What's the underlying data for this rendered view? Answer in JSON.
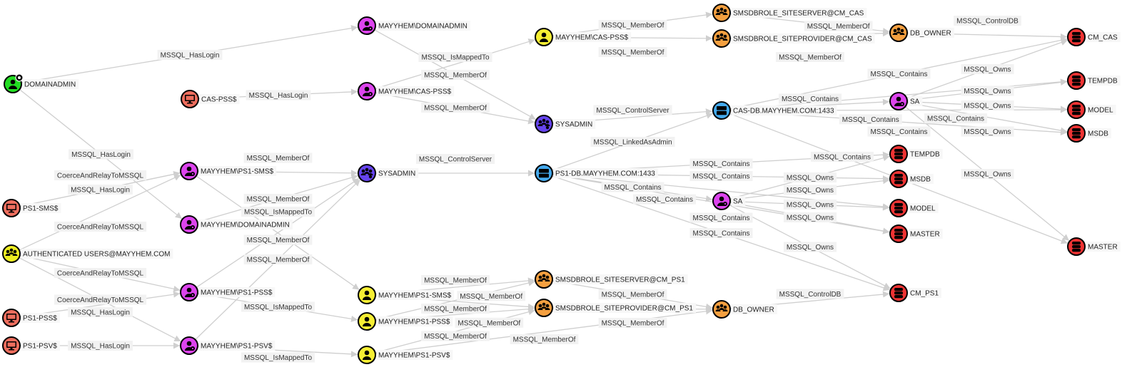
{
  "colors": {
    "user": "#22dd22",
    "computer": "#ee6e5e",
    "group_yellow": "#eeee22",
    "login": "#dd44ee",
    "server_role": "#6644ee",
    "mssql_user": "#f5ee33",
    "db_role": "#f5a040",
    "server": "#44aaee",
    "database": "#ee3333",
    "edge": "#cfcfcf",
    "label_bg": "#f2f2f2"
  },
  "nodes": [
    {
      "id": "n0",
      "label": "DOMAINADMIN",
      "type": "user",
      "icon": "user-icon"
    },
    {
      "id": "n1",
      "label": "CAS-PSS$",
      "type": "computer",
      "icon": "computer-icon"
    },
    {
      "id": "n2",
      "label": "PS1-SMS$",
      "type": "computer",
      "icon": "computer-icon"
    },
    {
      "id": "n3",
      "label": "AUTHENTICATED USERS@MAYYHEM.COM",
      "type": "group_yellow",
      "icon": "group-icon"
    },
    {
      "id": "n4",
      "label": "PS1-PSS$",
      "type": "computer",
      "icon": "computer-icon"
    },
    {
      "id": "n5",
      "label": "PS1-PSV$",
      "type": "computer",
      "icon": "computer-icon"
    },
    {
      "id": "n6",
      "label": "MAYYHEM\\DOMAINADMIN",
      "type": "login",
      "icon": "login-icon"
    },
    {
      "id": "n7",
      "label": "MAYYHEM\\CAS-PSS$",
      "type": "login",
      "icon": "login-icon"
    },
    {
      "id": "n8",
      "label": "MAYYHEM\\PS1-SMS$",
      "type": "login",
      "icon": "login-icon"
    },
    {
      "id": "n9",
      "label": "MAYYHEM\\DOMAINADMIN",
      "type": "login",
      "icon": "login-icon"
    },
    {
      "id": "n10",
      "label": "MAYYHEM\\PS1-PSS$",
      "type": "login",
      "icon": "login-icon"
    },
    {
      "id": "n11",
      "label": "MAYYHEM\\PS1-PSV$",
      "type": "login",
      "icon": "login-icon"
    },
    {
      "id": "n12",
      "label": "SYSADMIN",
      "type": "server_role",
      "icon": "server-role-icon"
    },
    {
      "id": "n13",
      "label": "SYSADMIN",
      "type": "server_role",
      "icon": "server-role-icon"
    },
    {
      "id": "n14",
      "label": "MAYYHEM\\CAS-PSS$",
      "type": "mssql_user",
      "icon": "user-icon"
    },
    {
      "id": "n15",
      "label": "MAYYHEM\\PS1-SMS$",
      "type": "mssql_user",
      "icon": "user-icon"
    },
    {
      "id": "n16",
      "label": "MAYYHEM\\PS1-PSS$",
      "type": "mssql_user",
      "icon": "user-icon"
    },
    {
      "id": "n17",
      "label": "MAYYHEM\\PS1-PSV$",
      "type": "mssql_user",
      "icon": "user-icon"
    },
    {
      "id": "n18",
      "label": "SMSDBROLE_SITESERVER@CM_CAS",
      "type": "db_role",
      "icon": "group-icon"
    },
    {
      "id": "n19",
      "label": "SMSDBROLE_SITEPROVIDER@CM_CAS",
      "type": "db_role",
      "icon": "group-icon"
    },
    {
      "id": "n20",
      "label": "DB_OWNER",
      "type": "db_role",
      "icon": "group-icon"
    },
    {
      "id": "n21",
      "label": "CM_CAS",
      "type": "database",
      "icon": "database-icon"
    },
    {
      "id": "n22",
      "label": "CAS-DB.MAYYHEM.COM:1433",
      "type": "server",
      "icon": "server-icon"
    },
    {
      "id": "n23",
      "label": "SA",
      "type": "login",
      "icon": "login-icon"
    },
    {
      "id": "n24",
      "label": "TEMPDB",
      "type": "database",
      "icon": "database-icon"
    },
    {
      "id": "n25",
      "label": "MODEL",
      "type": "database",
      "icon": "database-icon"
    },
    {
      "id": "n26",
      "label": "MSDB",
      "type": "database",
      "icon": "database-icon"
    },
    {
      "id": "n27",
      "label": "PS1-DB.MAYYHEM.COM:1433",
      "type": "server",
      "icon": "server-icon"
    },
    {
      "id": "n28",
      "label": "SA",
      "type": "login",
      "icon": "login-icon"
    },
    {
      "id": "n29",
      "label": "TEMPDB",
      "type": "database",
      "icon": "database-icon"
    },
    {
      "id": "n30",
      "label": "MSDB",
      "type": "database",
      "icon": "database-icon"
    },
    {
      "id": "n31",
      "label": "MODEL",
      "type": "database",
      "icon": "database-icon"
    },
    {
      "id": "n32",
      "label": "MASTER",
      "type": "database",
      "icon": "database-icon"
    },
    {
      "id": "n33",
      "label": "MASTER",
      "type": "database",
      "icon": "database-icon"
    },
    {
      "id": "n34",
      "label": "CM_PS1",
      "type": "database",
      "icon": "database-icon"
    },
    {
      "id": "n35",
      "label": "SMSDBROLE_SITESERVER@CM_PS1",
      "type": "db_role",
      "icon": "group-icon"
    },
    {
      "id": "n36",
      "label": "SMSDBROLE_SITEPROVIDER@CM_PS1",
      "type": "db_role",
      "icon": "group-icon"
    },
    {
      "id": "n37",
      "label": "DB_OWNER",
      "type": "db_role",
      "icon": "group-icon"
    }
  ],
  "edges": [
    {
      "from": "n0",
      "to": "n6",
      "label": "MSSQL_HasLogin"
    },
    {
      "from": "n0",
      "to": "n9",
      "label": "MSSQL_HasLogin"
    },
    {
      "from": "n1",
      "to": "n7",
      "label": "MSSQL_HasLogin"
    },
    {
      "from": "n2",
      "to": "n8",
      "label": "MSSQL_HasLogin"
    },
    {
      "from": "n3",
      "to": "n8",
      "label": "CoerceAndRelayToMSSQL"
    },
    {
      "from": "n2",
      "to": "n8",
      "label": "CoerceAndRelayToMSSQL"
    },
    {
      "from": "n3",
      "to": "n10",
      "label": "CoerceAndRelayToMSSQL"
    },
    {
      "from": "n3",
      "to": "n11",
      "label": "CoerceAndRelayToMSSQL"
    },
    {
      "from": "n4",
      "to": "n10",
      "label": "MSSQL_HasLogin"
    },
    {
      "from": "n5",
      "to": "n11",
      "label": "MSSQL_HasLogin"
    },
    {
      "from": "n6",
      "to": "n12",
      "label": "MSSQL_MemberOf"
    },
    {
      "from": "n7",
      "to": "n14",
      "label": "MSSQL_IsMappedTo"
    },
    {
      "from": "n7",
      "to": "n12",
      "label": "MSSQL_MemberOf"
    },
    {
      "from": "n8",
      "to": "n13",
      "label": "MSSQL_MemberOf"
    },
    {
      "from": "n9",
      "to": "n13",
      "label": "MSSQL_MemberOf"
    },
    {
      "from": "n10",
      "to": "n13",
      "label": "MSSQL_MemberOf"
    },
    {
      "from": "n11",
      "to": "n13",
      "label": "MSSQL_MemberOf"
    },
    {
      "from": "n8",
      "to": "n15",
      "label": "MSSQL_IsMappedTo"
    },
    {
      "from": "n10",
      "to": "n16",
      "label": "MSSQL_IsMappedTo"
    },
    {
      "from": "n11",
      "to": "n17",
      "label": "MSSQL_IsMappedTo"
    },
    {
      "from": "n13",
      "to": "n27",
      "label": "MSSQL_ControlServer"
    },
    {
      "from": "n12",
      "to": "n22",
      "label": "MSSQL_ControlServer"
    },
    {
      "from": "n27",
      "to": "n22",
      "label": "MSSQL_LinkedAsAdmin"
    },
    {
      "from": "n14",
      "to": "n18",
      "label": "MSSQL_MemberOf"
    },
    {
      "from": "n14",
      "to": "n19",
      "label": "MSSQL_MemberOf"
    },
    {
      "from": "n18",
      "to": "n20",
      "label": "MSSQL_MemberOf"
    },
    {
      "from": "n19",
      "to": "n20",
      "label": "MSSQL_MemberOf"
    },
    {
      "from": "n20",
      "to": "n21",
      "label": "MSSQL_ControlDB"
    },
    {
      "from": "n22",
      "to": "n21",
      "label": "MSSQL_Contains"
    },
    {
      "from": "n22",
      "to": "n23",
      "label": "MSSQL_Contains"
    },
    {
      "from": "n22",
      "to": "n24",
      "label": "MSSQL_Contains"
    },
    {
      "from": "n22",
      "to": "n25",
      "label": "MSSQL_Contains"
    },
    {
      "from": "n22",
      "to": "n26",
      "label": "MSSQL_Contains"
    },
    {
      "from": "n22",
      "to": "n33",
      "label": "MSSQL_Contains"
    },
    {
      "from": "n23",
      "to": "n21",
      "label": "MSSQL_Owns"
    },
    {
      "from": "n23",
      "to": "n24",
      "label": "MSSQL_Owns"
    },
    {
      "from": "n23",
      "to": "n25",
      "label": "MSSQL_Owns"
    },
    {
      "from": "n23",
      "to": "n26",
      "label": "MSSQL_Owns"
    },
    {
      "from": "n23",
      "to": "n33",
      "label": "MSSQL_Owns"
    },
    {
      "from": "n27",
      "to": "n29",
      "label": "MSSQL_Contains"
    },
    {
      "from": "n27",
      "to": "n30",
      "label": "MSSQL_Contains"
    },
    {
      "from": "n27",
      "to": "n28",
      "label": "MSSQL_Contains"
    },
    {
      "from": "n27",
      "to": "n31",
      "label": "MSSQL_Contains"
    },
    {
      "from": "n27",
      "to": "n32",
      "label": "MSSQL_Contains"
    },
    {
      "from": "n27",
      "to": "n34",
      "label": "MSSQL_Contains"
    },
    {
      "from": "n28",
      "to": "n29",
      "label": "MSSQL_Owns"
    },
    {
      "from": "n28",
      "to": "n30",
      "label": "MSSQL_Owns"
    },
    {
      "from": "n28",
      "to": "n31",
      "label": "MSSQL_Owns"
    },
    {
      "from": "n28",
      "to": "n32",
      "label": "MSSQL_Owns"
    },
    {
      "from": "n28",
      "to": "n34",
      "label": "MSSQL_Owns"
    },
    {
      "from": "n15",
      "to": "n35",
      "label": "MSSQL_MemberOf"
    },
    {
      "from": "n15",
      "to": "n36",
      "label": "MSSQL_MemberOf"
    },
    {
      "from": "n16",
      "to": "n35",
      "label": "MSSQL_MemberOf"
    },
    {
      "from": "n16",
      "to": "n36",
      "label": "MSSQL_MemberOf"
    },
    {
      "from": "n17",
      "to": "n36",
      "label": "MSSQL_MemberOf"
    },
    {
      "from": "n17",
      "to": "n37",
      "label": "MSSQL_MemberOf"
    },
    {
      "from": "n35",
      "to": "n37",
      "label": "MSSQL_MemberOf"
    },
    {
      "from": "n36",
      "to": "n37",
      "label": "MSSQL_MemberOf"
    },
    {
      "from": "n37",
      "to": "n34",
      "label": "MSSQL_ControlDB"
    }
  ]
}
